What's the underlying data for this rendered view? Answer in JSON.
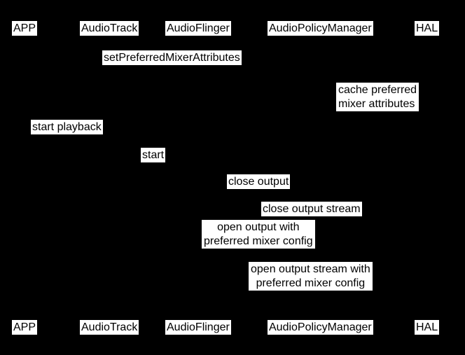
{
  "diagram": {
    "type": "sequence-diagram",
    "background_color": "#000000",
    "label_background_color": "#ffffff",
    "label_text_color": "#000000",
    "participants": {
      "app": "APP",
      "audiotrack": "AudioTrack",
      "audioflinger": "AudioFlinger",
      "audiopolicymanager": "AudioPolicyManager",
      "hal": "HAL"
    },
    "messages": {
      "set_preferred_mixer_attributes": "setPreferredMixerAttributes",
      "cache_preferred_mixer_attributes_line1": "cache preferred",
      "cache_preferred_mixer_attributes_line2": "mixer attributes",
      "start_playback": "start playback",
      "start": "start",
      "close_output": "close output",
      "close_output_stream": "close output stream",
      "open_output_line1": "open output with",
      "open_output_line2": "preferred mixer config",
      "open_output_stream_line1": "open output stream with",
      "open_output_stream_line2": "preferred mixer config"
    }
  }
}
